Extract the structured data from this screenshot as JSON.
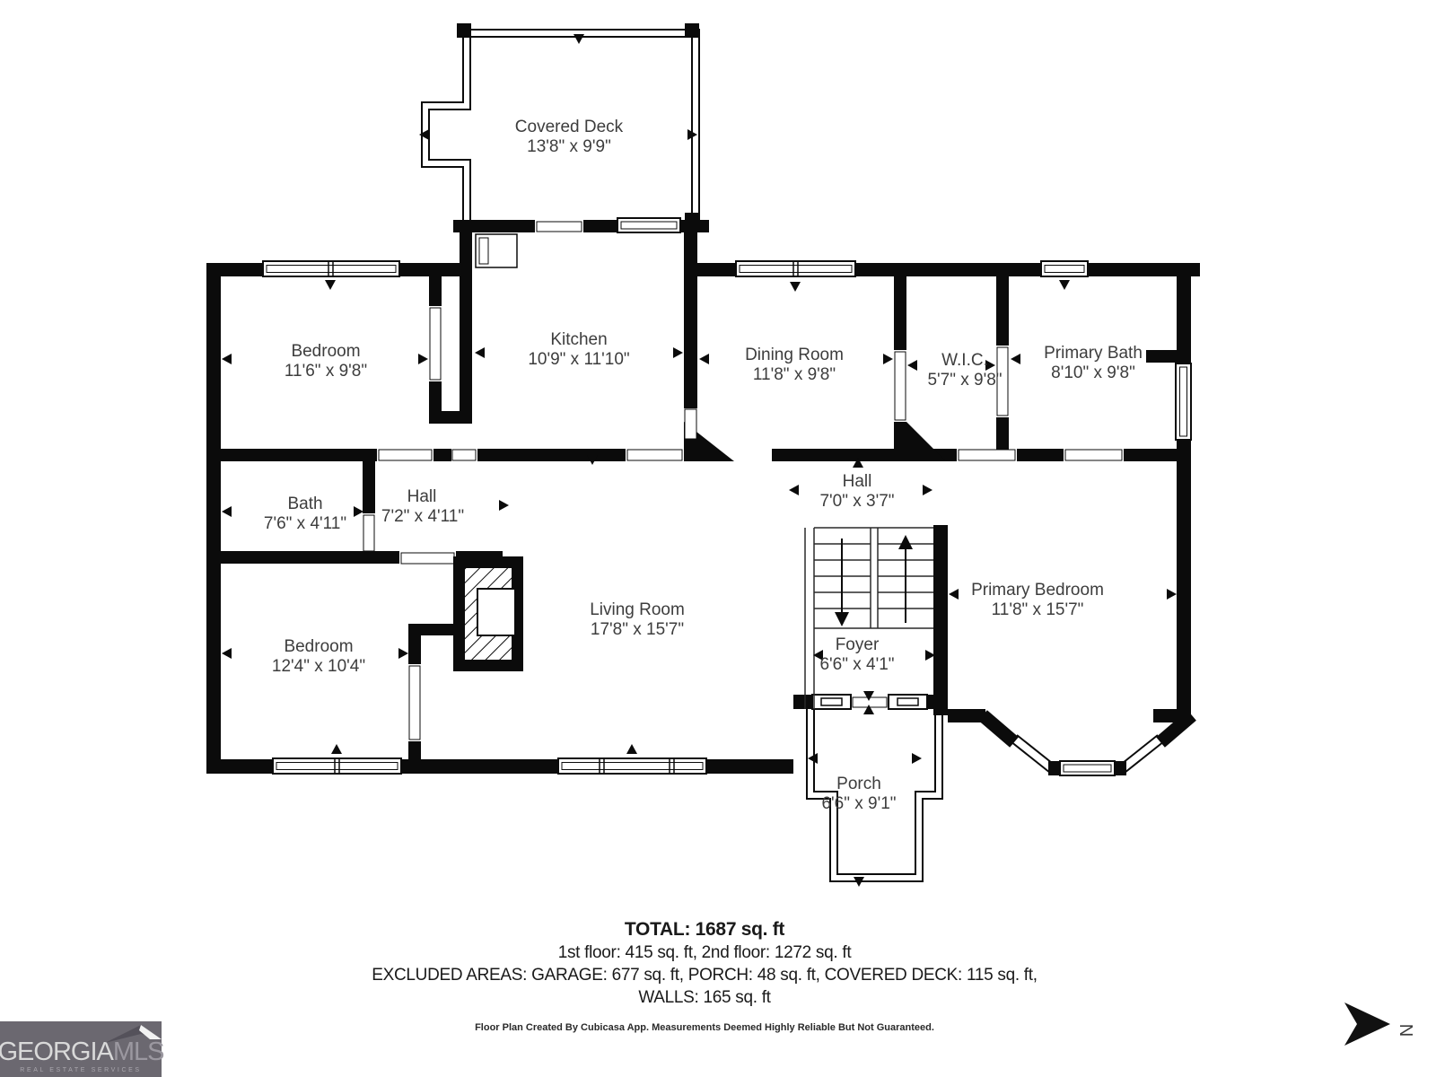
{
  "rooms": [
    {
      "name": "Covered Deck",
      "dims": "13'8\" x 9'9\""
    },
    {
      "name": "Bedroom",
      "dims": "11'6\" x 9'8\""
    },
    {
      "name": "Kitchen",
      "dims": "10'9\" x 11'10\""
    },
    {
      "name": "Dining Room",
      "dims": "11'8\" x 9'8\""
    },
    {
      "name": "W.I.C.",
      "dims": "5'7\" x 9'8\""
    },
    {
      "name": "Primary Bath",
      "dims": "8'10\" x 9'8\""
    },
    {
      "name": "Bath",
      "dims": "7'6\" x 4'11\""
    },
    {
      "name": "Hall",
      "dims": "7'2\" x 4'11\""
    },
    {
      "name": "Hall",
      "dims": "7'0\" x 3'7\""
    },
    {
      "name": "Bedroom",
      "dims": "12'4\" x 10'4\""
    },
    {
      "name": "Living Room",
      "dims": "17'8\" x 15'7\""
    },
    {
      "name": "Foyer",
      "dims": "6'6\" x 4'1\""
    },
    {
      "name": "Primary Bedroom",
      "dims": "11'8\" x 15'7\""
    },
    {
      "name": "Porch",
      "dims": "6'6\" x 9'1\""
    }
  ],
  "footer": {
    "total": "TOTAL: 1687 sq. ft",
    "floors": "1st floor: 415 sq. ft, 2nd floor: 1272 sq. ft",
    "excluded": "EXCLUDED AREAS: GARAGE: 677 sq. ft, PORCH: 48 sq. ft, COVERED DECK: 115 sq. ft,",
    "walls": "WALLS: 165 sq. ft",
    "disclaimer": "Floor Plan Created By Cubicasa App. Measurements Deemed Highly Reliable But Not Guaranteed."
  },
  "logo": {
    "brand_main": "GEORGIA",
    "brand_suffix": "MLS",
    "tagline": "REAL ESTATE SERVICES"
  },
  "compass": {
    "label": "N"
  },
  "colors": {
    "wall": "#0b0b0b",
    "label_text": "#3d3d3d",
    "logo_bg": "#6b6870"
  }
}
